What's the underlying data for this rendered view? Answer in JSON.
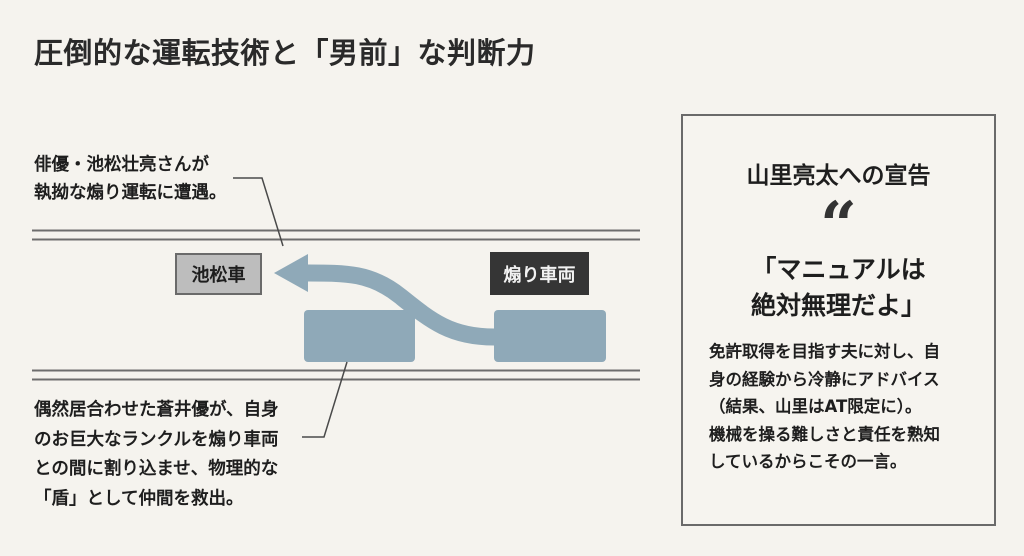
{
  "title": "圧倒的な運転技術と「男前」な判断力",
  "diagram": {
    "callout_top": {
      "lines": [
        "俳優・池松壮亮さんが",
        "執拗な煽り運転に遭遇。"
      ]
    },
    "callout_bottom": {
      "lines": [
        "偶然居合わせた蒼井優が、自身",
        "のお巨大なランクルを煽り車両",
        "との間に割り込ませ、物理的な",
        "「盾」として仲間を救出。"
      ]
    },
    "labels": {
      "ikematsu_car": "池松車",
      "tailgating_car": "煽り車両"
    },
    "colors": {
      "car": "#8fa9b8",
      "arrow": "#8fa9b8",
      "road_line": "#6e6e6e",
      "ikematsu_label_bg": "#bdbdbd",
      "tailgating_label_bg": "#353535"
    }
  },
  "card": {
    "title": "山里亮太への宣告",
    "quote_mark": "“",
    "quote_lines": [
      "「マニュアルは",
      "絶対無理だよ」"
    ],
    "body_lines": [
      "免許取得を目指す夫に対し、自",
      "身の経験から冷静にアドバイス",
      "（結果、山里はAT限定に）。",
      "機械を操る難しさと責任を熟知",
      "しているからこその一言。"
    ]
  }
}
